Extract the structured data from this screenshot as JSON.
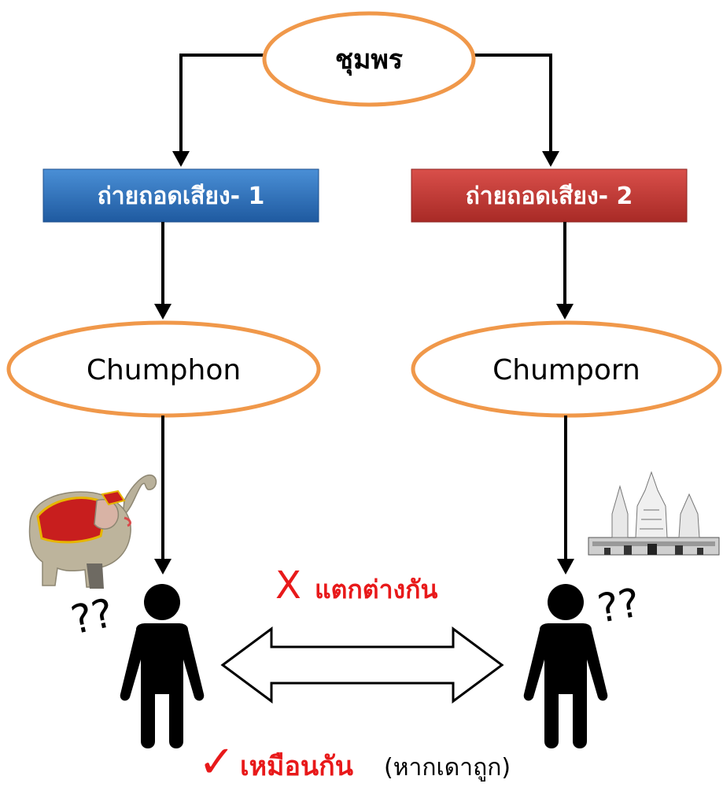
{
  "top_node": {
    "label": "ชุมพร"
  },
  "transliteration_1": {
    "label": "ถ่ายถอดเสียง- 1",
    "color": "#2e6fb5"
  },
  "transliteration_2": {
    "label": "ถ่ายถอดเสียง- 2",
    "color": "#c23a36"
  },
  "result_1": {
    "label": "Chumphon"
  },
  "result_2": {
    "label": "Chumporn"
  },
  "person_left": {
    "question": "??",
    "icon": "elephant-icon"
  },
  "person_right": {
    "question": "??",
    "icon": "temple-icon"
  },
  "different": {
    "mark": "X",
    "label": "แตกต่างกัน"
  },
  "same": {
    "mark": "✓",
    "label": "เหมือนกัน",
    "note": "(หากเดาถูก)"
  },
  "colors": {
    "ellipse_stroke": "#f0984a",
    "arrow": "#000000",
    "accent_red": "#e8191a",
    "person": "#000000"
  }
}
